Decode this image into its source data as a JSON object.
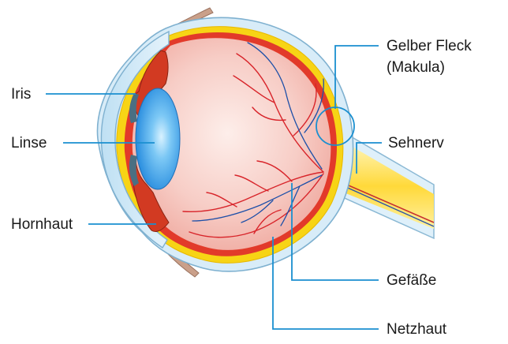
{
  "labels": {
    "iris": "Iris",
    "linse": "Linse",
    "hornhaut": "Hornhaut",
    "gelber_fleck": "Gelber Fleck",
    "makula": "(Makula)",
    "sehnerv": "Sehnerv",
    "gefaesse": "Gefäße",
    "netzhaut": "Netzhaut"
  },
  "colors": {
    "leader_line": "#1a8fd0",
    "sclera_outer": "#d8ecf8",
    "choroid_yellow": "#f7d415",
    "retina_red": "#e23a2a",
    "vitreous": "#f6c9c2",
    "lens_blue": "#3a9fe6",
    "vessel_red": "#d8242a",
    "vessel_blue": "#1d4fa8",
    "optic_nerve": "#ffe87a"
  }
}
